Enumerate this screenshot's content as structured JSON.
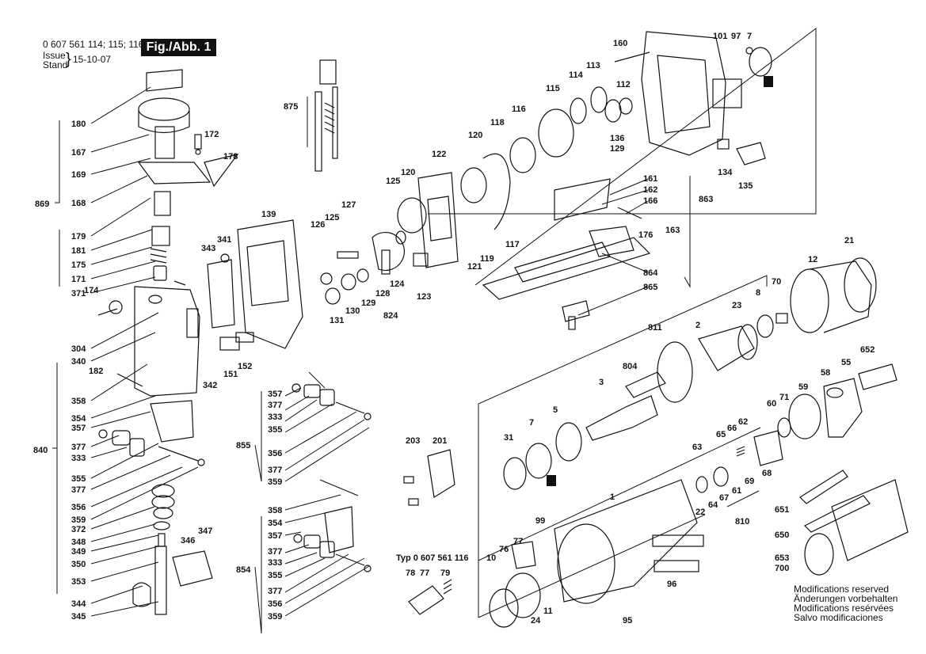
{
  "header": {
    "part_numbers": "0 607 561 114; 115; 116",
    "figure_label": "Fig./Abb. 1",
    "issue_label": "Issue",
    "stand_label": "Stand",
    "issue_date": "15-10-07"
  },
  "typ_label": "Typ 0 607 561 116",
  "notes": [
    "Modifications reserved",
    "Änderungen vorbehalten",
    "Modifications resérvées",
    "Salvo modificaciones"
  ],
  "callouts": [
    "180",
    "167",
    "169",
    "168",
    "179",
    "181",
    "175",
    "171",
    "371",
    "869",
    "172",
    "178",
    "875",
    "139",
    "341",
    "343",
    "126",
    "125",
    "127",
    "125",
    "120",
    "122",
    "120",
    "118",
    "116",
    "115",
    "114",
    "113",
    "112",
    "160",
    "101",
    "97",
    "7",
    "136",
    "129",
    "134",
    "135",
    "161",
    "162",
    "166",
    "176",
    "163",
    "863",
    "864",
    "865",
    "174",
    "304",
    "340",
    "182",
    "342",
    "151",
    "152",
    "358",
    "354",
    "357",
    "377",
    "333",
    "840",
    "355",
    "377",
    "356",
    "359",
    "372",
    "348",
    "349",
    "350",
    "353",
    "344",
    "345",
    "346",
    "347",
    "131",
    "130",
    "129",
    "128",
    "124",
    "824",
    "123",
    "121",
    "119",
    "117",
    "21",
    "12",
    "23",
    "70",
    "8",
    "2",
    "811",
    "804",
    "652",
    "55",
    "58",
    "59",
    "71",
    "60",
    "3",
    "5",
    "7",
    "31",
    "62",
    "66",
    "65",
    "63",
    "67",
    "61",
    "69",
    "68",
    "22",
    "64",
    "810",
    "357",
    "377",
    "333",
    "355",
    "855",
    "356",
    "377",
    "359",
    "358",
    "354",
    "357",
    "377",
    "333",
    "355",
    "854",
    "377",
    "356",
    "359",
    "203",
    "201",
    "1",
    "99",
    "77",
    "76",
    "10",
    "78",
    "77",
    "79",
    "24",
    "11",
    "95",
    "96",
    "651",
    "650",
    "653",
    "700"
  ]
}
